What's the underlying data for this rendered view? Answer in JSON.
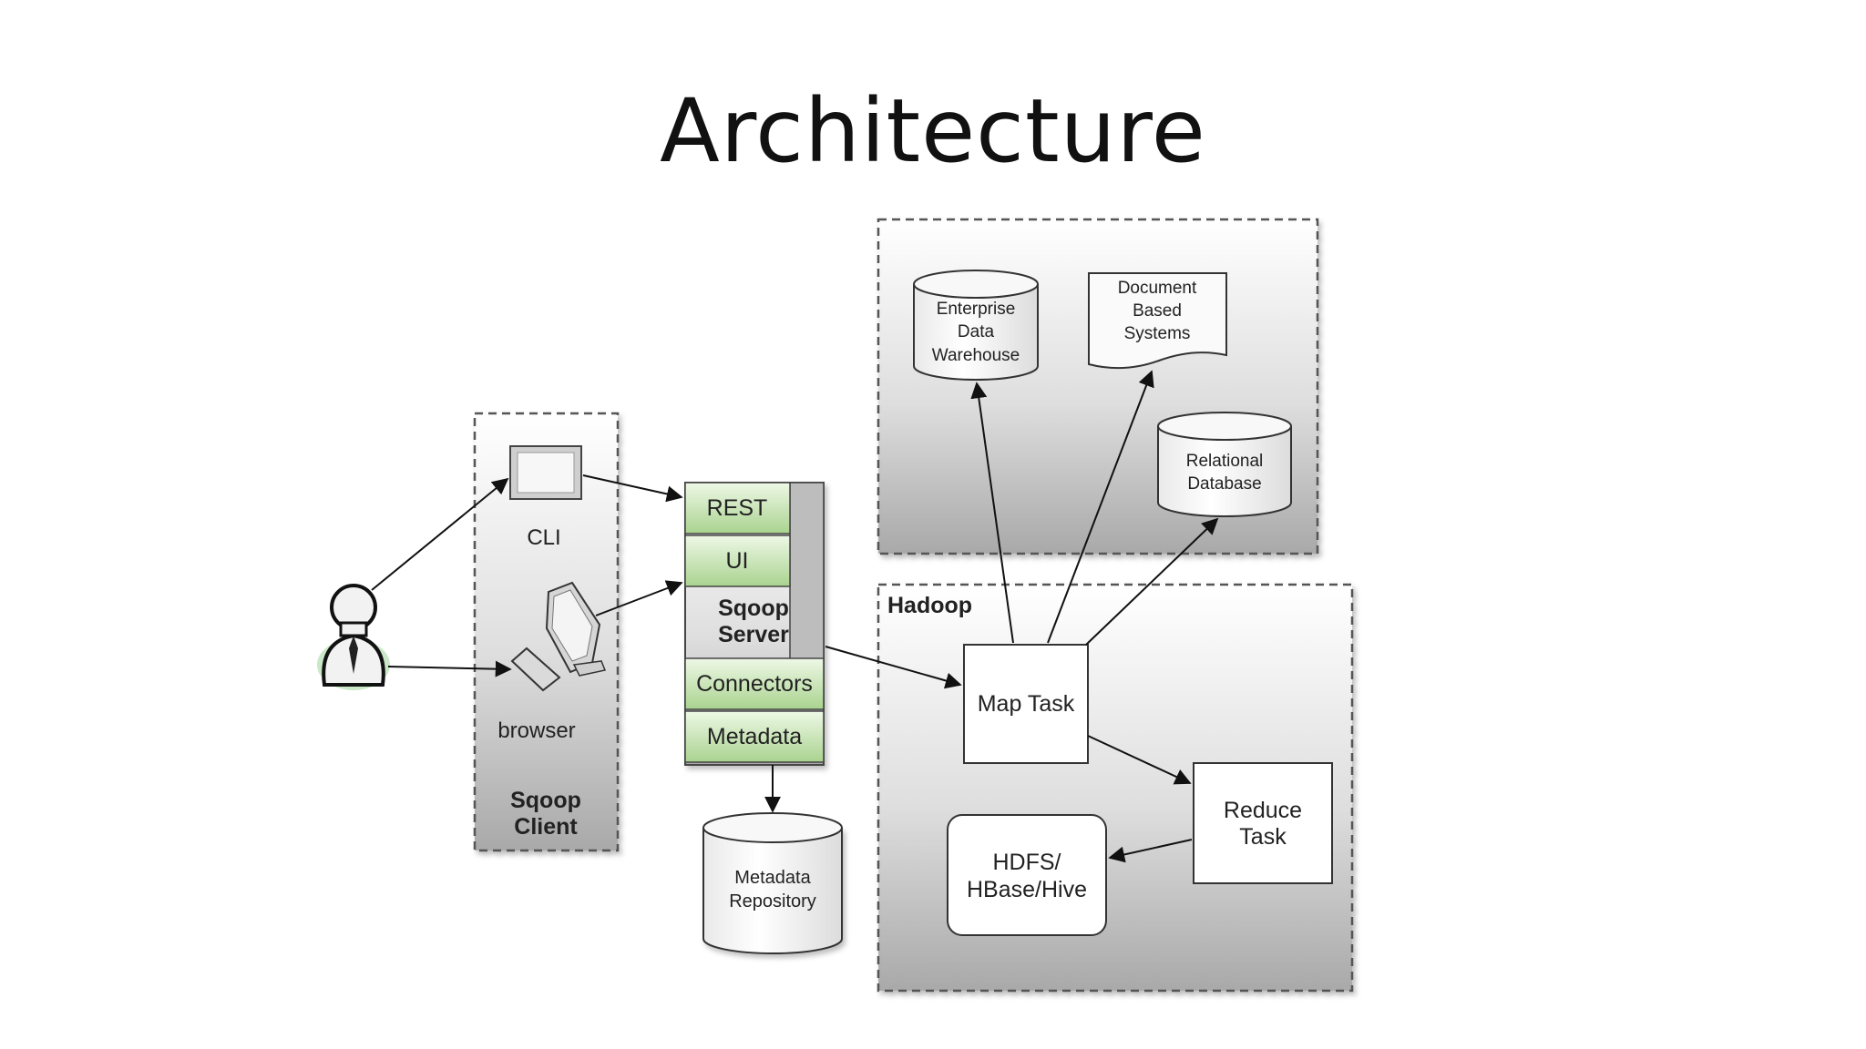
{
  "slide": {
    "title": "Architecture"
  },
  "diagram": {
    "client": {
      "cli_label": "CLI",
      "browser_label": "browser",
      "container_label_line1": "Sqoop",
      "container_label_line2": "Client"
    },
    "server": {
      "modules": [
        "REST",
        "UI",
        "Connectors",
        "Metadata"
      ],
      "label_line1": "Sqoop",
      "label_line2": "Server",
      "repository_line1": "Metadata",
      "repository_line2": "Repository"
    },
    "stores": {
      "edw_line1": "Enterprise",
      "edw_line2": "Data",
      "edw_line3": "Warehouse",
      "doc_line1": "Document",
      "doc_line2": "Based",
      "doc_line3": "Systems",
      "rdb_line1": "Relational",
      "rdb_line2": "Database"
    },
    "hadoop": {
      "title": "Hadoop",
      "map_task": "Map Task",
      "reduce_line1": "Reduce",
      "reduce_line2": "Task",
      "hdfs_line1": "HDFS/",
      "hdfs_line2": "HBase/Hive"
    },
    "colors": {
      "module_green": "#c8e6b4",
      "container_gray": "#d8d8d8"
    }
  }
}
